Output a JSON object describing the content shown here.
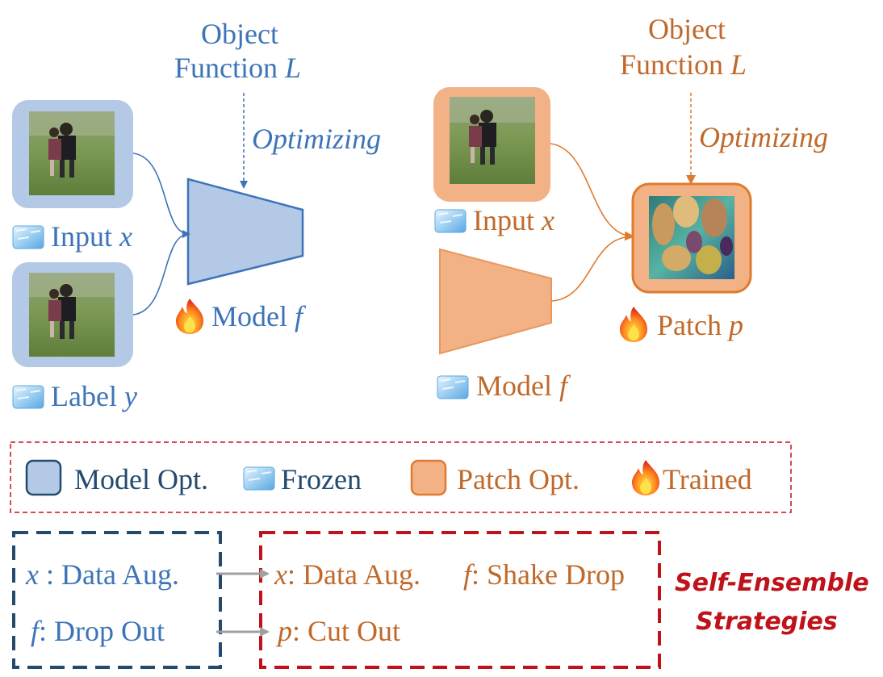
{
  "model_opt": {
    "objective_line1": "Object",
    "objective_line2": "Function",
    "objective_var": "L",
    "optimizing": "Optimizing",
    "input_label": "Input",
    "input_var": "x",
    "label_label": "Label",
    "label_var": "y",
    "model_label": "Model",
    "model_var": "f"
  },
  "patch_opt": {
    "objective_line1": "Object",
    "objective_line2": "Function",
    "objective_var": "L",
    "optimizing": "Optimizing",
    "input_label": "Input",
    "input_var": "x",
    "patch_label": "Patch",
    "patch_var": "p",
    "model_label": "Model",
    "model_var": "f"
  },
  "legend": {
    "model_opt": "Model Opt.",
    "frozen": "Frozen",
    "patch_opt": "Patch Opt.",
    "trained": "Trained"
  },
  "strategies": {
    "model_side": [
      {
        "var": "x",
        "text": " : Data Aug."
      },
      {
        "var": "f",
        "text": ": Drop Out"
      }
    ],
    "patch_side": [
      {
        "var": "x",
        "text": ": Data Aug."
      },
      {
        "var": "f",
        "text": ": Shake Drop"
      },
      {
        "var": "p",
        "text": ": Cut Out"
      }
    ],
    "title_line1": "Self-Ensemble",
    "title_line2": "Strategies"
  },
  "colors": {
    "model_blue": "#3d74b8",
    "model_fill": "#b3c9e6",
    "patch_orange": "#c0692a",
    "patch_fill": "#f2b285",
    "legend_border": "#c0121a",
    "model_box_border": "#244a6e",
    "ensemble_red": "#c0121a"
  },
  "icons": [
    "ice-cube-icon",
    "fire-icon"
  ]
}
